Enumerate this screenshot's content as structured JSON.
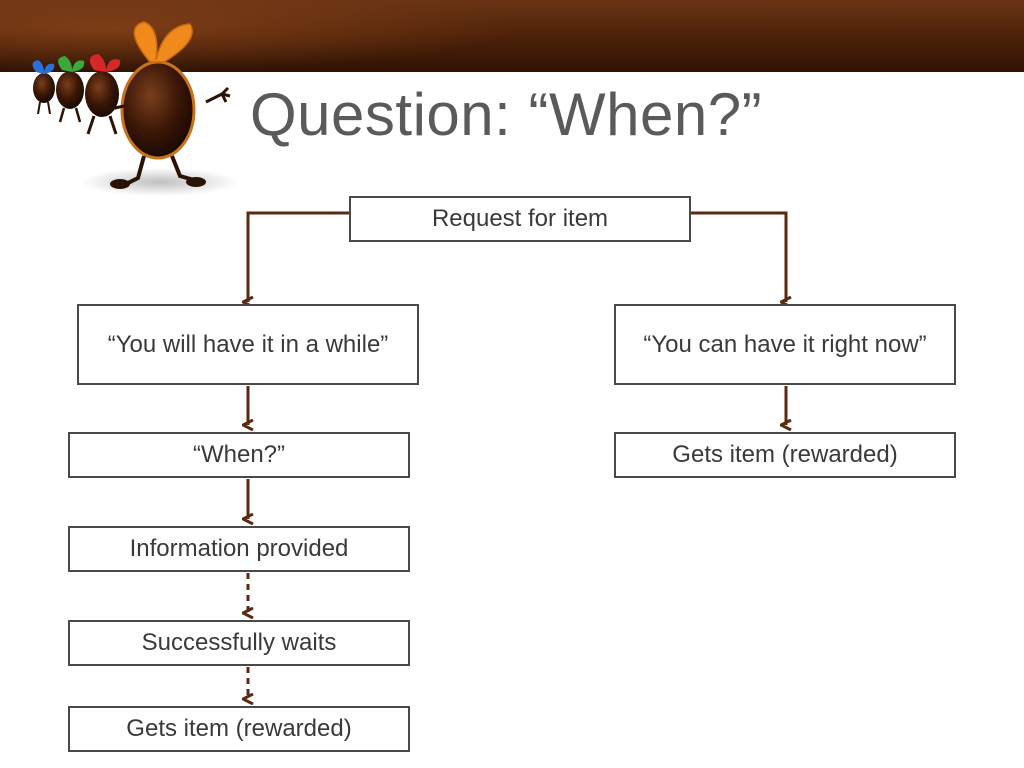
{
  "slide": {
    "title": "Question: “When?”"
  },
  "flowchart": {
    "root": "Request for item",
    "left_branch": [
      "“You will have it in a while”",
      "“When?”",
      "Information provided",
      "Successfully waits",
      "Gets item (rewarded)"
    ],
    "right_branch": [
      "“You can have it right now”",
      "Gets item (rewarded)"
    ]
  },
  "colors": {
    "arrow": "#5a2a12",
    "band": "#4a2008",
    "title_text": "#5a5a5a"
  }
}
